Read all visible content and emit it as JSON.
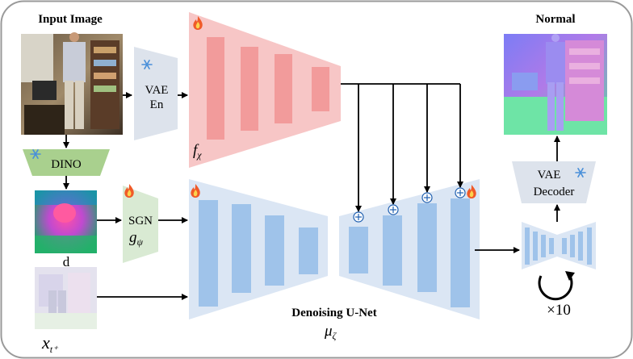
{
  "labels": {
    "input_image": "Input Image",
    "normal": "Normal",
    "vae_en_line1": "VAE",
    "vae_en_line2": "En",
    "dino": "DINO",
    "d": "d",
    "sgn": "SGN",
    "g_psi": "g",
    "g_psi_sub": "ψ",
    "f_chi": "f",
    "f_chi_sub": "χ",
    "x_t": "x",
    "x_t_sub": "t⁺",
    "denoising_unet": "Denoising U-Net",
    "mu_zeta": "μ",
    "mu_zeta_sub": "ζ",
    "vae_decoder_line1": "VAE",
    "vae_decoder_line2": "Decoder",
    "times10": "×10"
  },
  "icons": {
    "frozen": "snowflake-icon",
    "trainable": "flame-icon",
    "add": "circled-plus-icon",
    "loop": "circular-arrow-icon"
  },
  "colors": {
    "frozen_block": "#dde3ec",
    "dino_block": "#a9d08e",
    "sgn_block": "#d9ead3",
    "encoder_trapezoid": "#f7c6c6",
    "encoder_bars": "#f29b9b",
    "unet_trapezoid": "#dbe6f4",
    "unet_bars": "#9fc3ea",
    "outline": "#888888"
  }
}
